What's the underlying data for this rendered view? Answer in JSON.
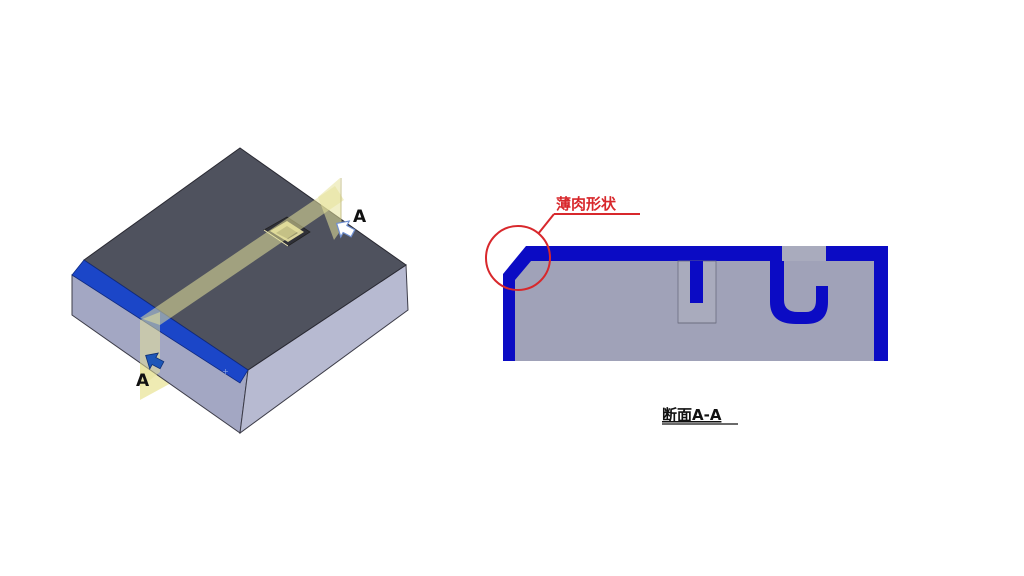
{
  "iso_view": {
    "section_marker_top": "A",
    "section_marker_bottom": "A"
  },
  "section_view": {
    "annotation": "薄肉形状",
    "caption": "断面A-A"
  },
  "colors": {
    "top_face": "#4f525d",
    "front_face": "#a3a7c3",
    "right_face": "#b4b7cf",
    "chamfer": "#1b46c8",
    "section_plane": "#e6e19a",
    "section_fill": "#0b0bc4",
    "section_body": "#a0a2b8",
    "annotation_red": "#d8282c"
  }
}
